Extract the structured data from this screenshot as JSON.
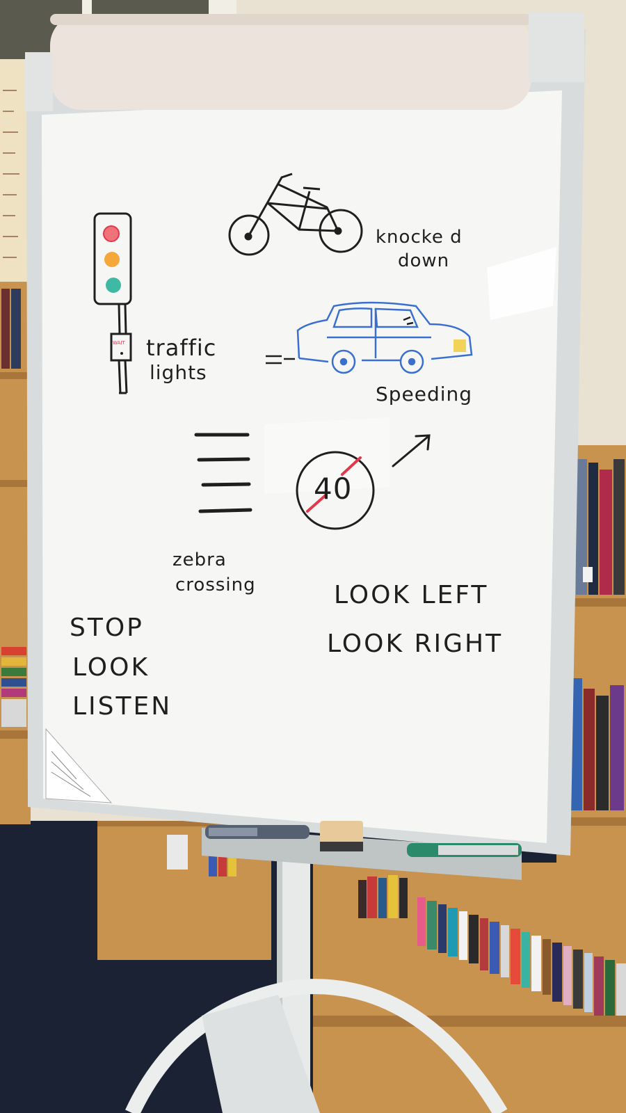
{
  "board": {
    "labels": {
      "knocked_down_1": "knocke d",
      "knocked_down_2": "down",
      "traffic_1": "traffic",
      "traffic_2": "lights",
      "speeding": "Speeding",
      "speed_number": "40",
      "zebra_1": "zebra",
      "zebra_2": "crossing",
      "stop_1": "STOP",
      "stop_2": "LOOK",
      "stop_3": "LISTEN",
      "look_1": "LOOK LEFT",
      "look_2": "LOOK RIGHT",
      "wait_sign": "WAIT"
    },
    "icons": [
      "traffic-light-drawing",
      "bicycle-drawing",
      "car-drawing",
      "zebra-crossing-drawing",
      "speed-limit-sign-drawing",
      "arrow-drawing"
    ],
    "colors": {
      "board": "#f6f7f5",
      "frame": "#d9dcdc",
      "marker_black": "#1f1f1f",
      "marker_blue": "#3a6fcf",
      "marker_red": "#e2394a",
      "light_red": "#f0737c",
      "light_amber": "#f4a83a",
      "light_green": "#3fb8a4",
      "shelf_wood": "#c8924f",
      "floor": "#1b2234"
    }
  }
}
